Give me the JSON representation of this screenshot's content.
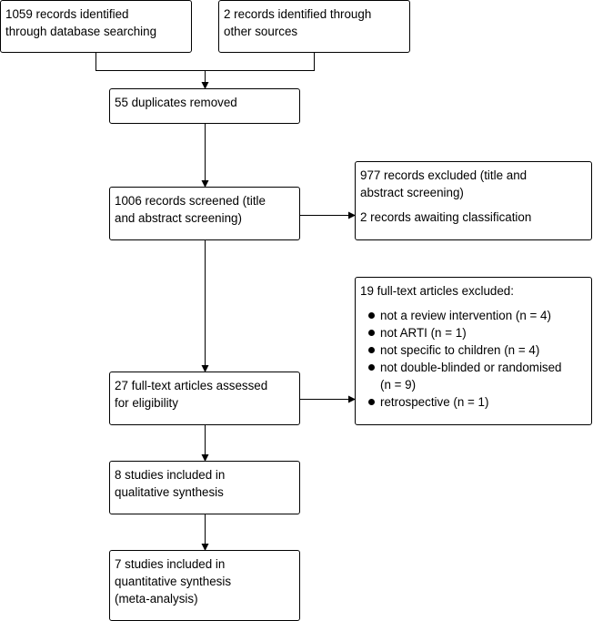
{
  "boxes": {
    "identified_db": [
      "1059 records identified",
      "through database searching"
    ],
    "identified_other": [
      "2 records identified through",
      "other sources"
    ],
    "duplicates": [
      "55 duplicates removed"
    ],
    "screened": [
      "1006 records screened (title",
      "and abstract screening)"
    ],
    "excluded_screening": {
      "lines": [
        "977 records excluded (title and",
        "abstract screening)"
      ],
      "awaiting": "2 records awaiting classification"
    },
    "fulltext_assessed": [
      "27 full-text articles assessed",
      "for eligibility"
    ],
    "fulltext_excluded": {
      "title": "19 full-text articles excluded:",
      "reasons": [
        [
          "not a review intervention (n = 4)"
        ],
        [
          "not ARTI (n = 1)"
        ],
        [
          "not specific to children (n = 4)"
        ],
        [
          "not double-blinded or randomised",
          "(n = 9)"
        ],
        [
          "retrospective (n = 1)"
        ]
      ]
    },
    "qualitative": [
      "8 studies included in",
      "qualitative synthesis"
    ],
    "quantitative": [
      "7 studies included in",
      "quantitative synthesis",
      "(meta-analysis)"
    ]
  }
}
